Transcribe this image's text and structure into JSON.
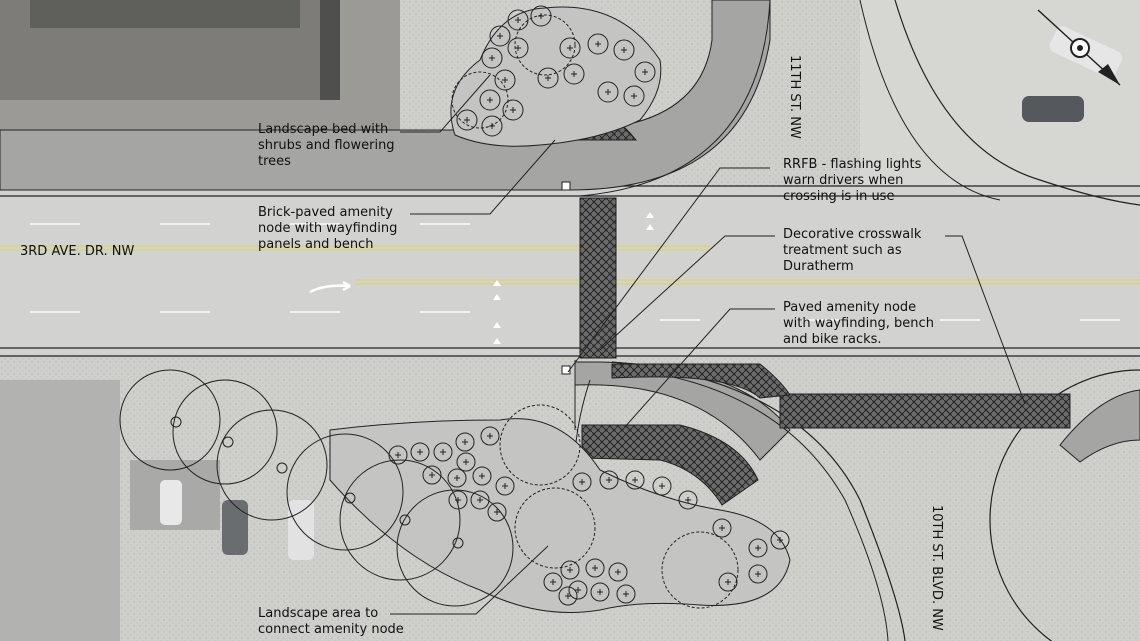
{
  "streets": {
    "main": "3RD AVE. DR. NW",
    "north": "11TH ST. NW",
    "south": "10TH ST. BLVD. NW"
  },
  "labels": {
    "landscape_bed": "Landscape bed with\nshrubs and flowering\ntrees",
    "brick_node": "Brick-paved amenity\nnode with wayfinding\npanels and bench",
    "rrfb": "RRFB - flashing lights\nwarn drivers when\ncrossing is in use",
    "crosswalk": "Decorative crosswalk\ntreatment such as\nDuratherm",
    "paved_node": "Paved amenity node\nwith wayfinding, bench\nand bike racks.",
    "landscape_area": "Landscape area to\nconnect amenity node"
  },
  "icons": {
    "north_arrow": "north-arrow-icon"
  }
}
